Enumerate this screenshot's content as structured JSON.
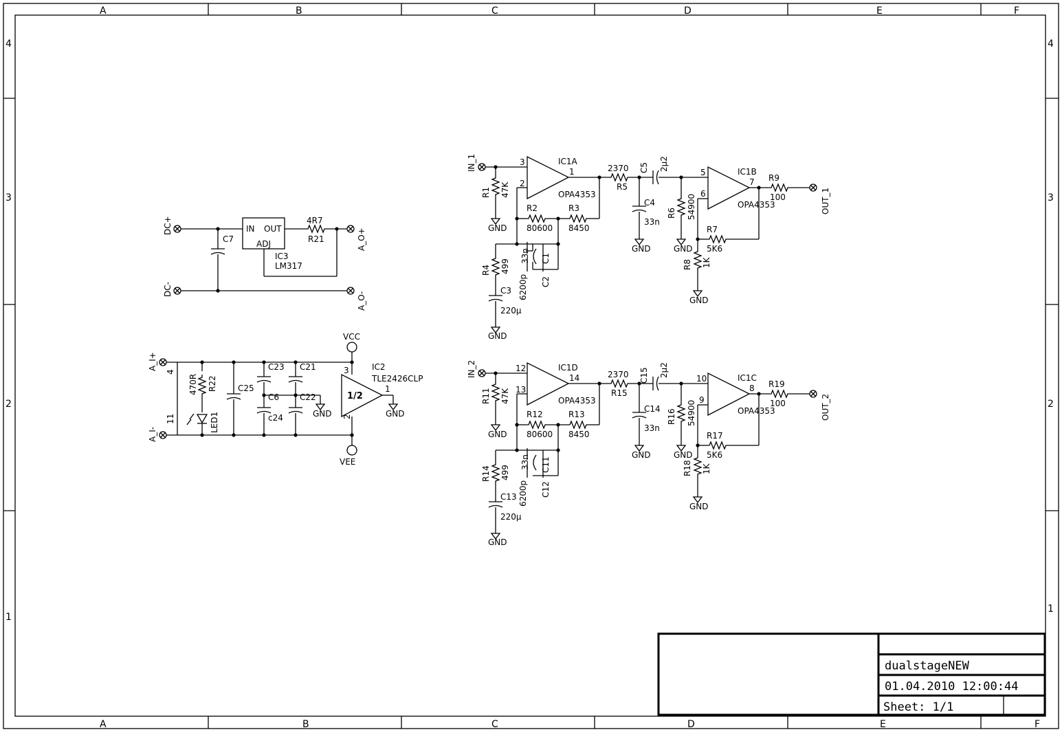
{
  "frame": {
    "columns": [
      "A",
      "B",
      "C",
      "D",
      "E",
      "F"
    ],
    "rows": [
      "4",
      "3",
      "2",
      "1"
    ]
  },
  "title_block": {
    "name": "dualstageNEW",
    "date": "01.04.2010 12:00:44",
    "sheet": "Sheet: 1/1"
  },
  "power": {
    "dc_plus": "DC+",
    "dc_minus": "DC-",
    "c7": "C7",
    "reg_in": "IN",
    "reg_out": "OUT",
    "reg_adj": "ADJ",
    "ic3": "IC3",
    "lm317": "LM317",
    "r21_val": "4R7",
    "r21": "R21",
    "a_o_plus": "A_O+",
    "a_o_minus": "A_O-"
  },
  "rail": {
    "a_i_plus": "A_I+",
    "a_i_minus": "A_I-",
    "pin4": "4",
    "pin11": "11",
    "r22_val": "470R",
    "r22": "R22",
    "led1": "LED1",
    "c25": "C25",
    "c23": "C23",
    "c21": "C21",
    "c6": "C6",
    "c22": "C22",
    "c24": "c24",
    "gnd": "GND",
    "vcc": "VCC",
    "vee": "VEE",
    "ic2": "IC2",
    "ic2_part": "TLE2426CLP",
    "half": "1/2",
    "pin3": "3",
    "pin1": "1",
    "pin2": "2"
  },
  "ch1": {
    "in": "IN_1",
    "out": "OUT_1",
    "ic_a": "IC1A",
    "ic_b": "IC1B",
    "opa": "OPA4353",
    "p3": "3",
    "p2": "2",
    "p1": "1",
    "p5": "5",
    "p6": "6",
    "p7": "7",
    "r1": "R1",
    "r1_val": "47K",
    "r2": "R2",
    "r2_val": "80600",
    "r3": "R3",
    "r3_val": "8450",
    "r4": "R4",
    "r4_val": "499",
    "r5": "R5",
    "r5_val": "2370",
    "r6": "R6",
    "r6_val": "54900",
    "r7": "R7",
    "r7_val": "5K6",
    "r8": "R8",
    "r8_val": "1K",
    "r9": "R9",
    "r9_val": "100",
    "c1": "C1",
    "c2": "C2",
    "c2_val": "6200p",
    "c1_val": "33n",
    "c3": "C3",
    "c3_val": "220µ",
    "c4": "C4",
    "c4_val": "33n",
    "c5": "C5",
    "c5_val": "2µ2",
    "gnd": "GND"
  },
  "ch2": {
    "in": "IN_2",
    "out": "OUT_2",
    "ic_a": "IC1D",
    "ic_b": "IC1C",
    "opa": "OPA4353",
    "p3": "12",
    "p2": "13",
    "p1": "14",
    "p5": "10",
    "p6": "9",
    "p7": "8",
    "r1": "R11",
    "r1_val": "47K",
    "r2": "R12",
    "r2_val": "80600",
    "r3": "R13",
    "r3_val": "8450",
    "r4": "R14",
    "r4_val": "499",
    "r5": "R15",
    "r5_val": "2370",
    "r6": "R16",
    "r6_val": "54900",
    "r7": "R17",
    "r7_val": "5K6",
    "r8": "R18",
    "r8_val": "1K",
    "r9": "R19",
    "r9_val": "100",
    "c1": "C11",
    "c2": "C12",
    "c2_val": "6200p",
    "c1_val": "33n",
    "c3": "C13",
    "c3_val": "220µ",
    "c4": "C14",
    "c4_val": "33n",
    "c5": "C15",
    "c5_val": "2µ2",
    "gnd": "GND"
  }
}
